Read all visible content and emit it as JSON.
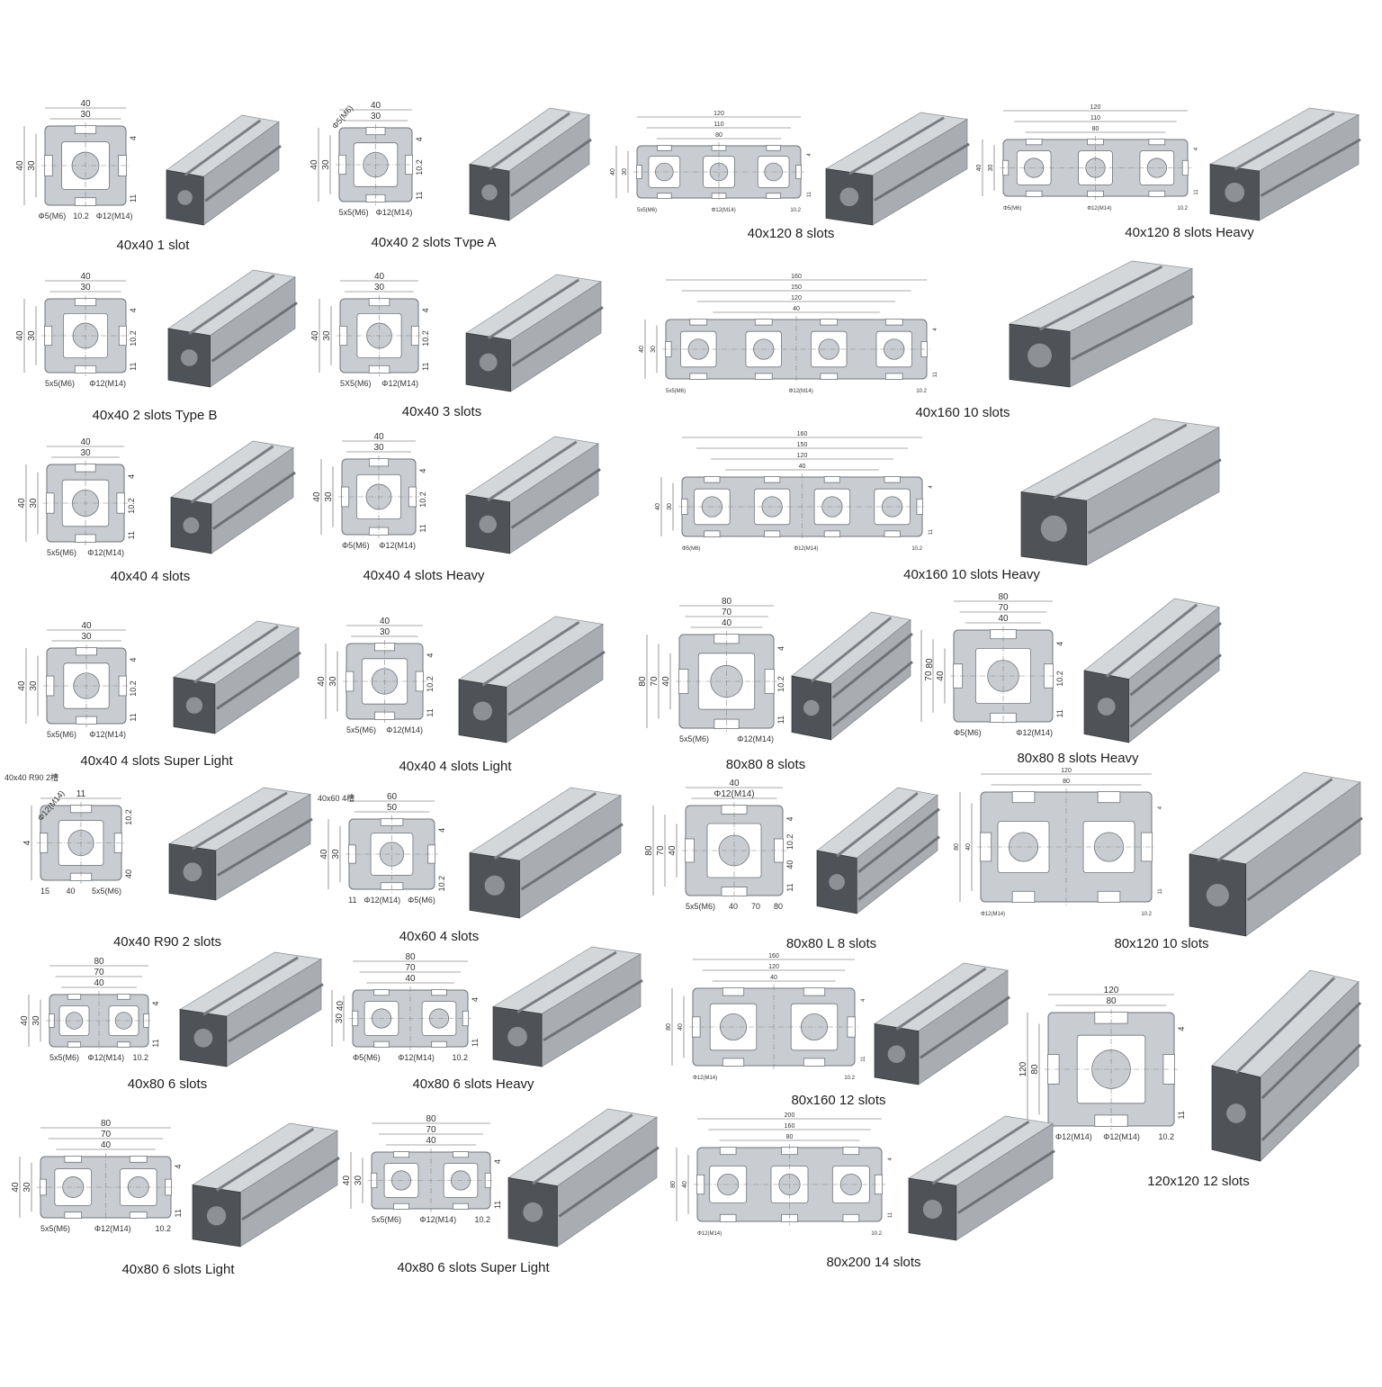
{
  "colors": {
    "profile_fill": "#c9cdd1",
    "profile_stroke": "#6f7479",
    "face_dark": "#4f5357",
    "top_light": "#d4d7da",
    "side_mid": "#a9adb1",
    "label_text": "#1e1e1e"
  },
  "items": [
    {
      "label": "40x40 1 slot",
      "dims": {
        "top": [
          "40",
          "30"
        ],
        "left": [
          "40",
          "30"
        ],
        "right": [
          "4",
          "11"
        ],
        "notes": [
          "Φ5(M6)",
          "10.2",
          "Φ12(M14)"
        ]
      }
    },
    {
      "label": "40x40 2 slots Tvpe A",
      "dims": {
        "top": [
          "40",
          "30"
        ],
        "left": [
          "40",
          "30"
        ],
        "right": [
          "4",
          "10.2",
          "11"
        ],
        "notes": [
          "5x5(M6)",
          "Φ12(M14)"
        ],
        "angled": "Φ5(M6)"
      }
    },
    {
      "label": "40x120 8 slots",
      "dims": {
        "top": [
          "120",
          "110",
          "80"
        ],
        "left": [
          "40",
          "30"
        ],
        "right": [
          "4",
          "11"
        ],
        "notes": [
          "5x5(M6)",
          "Φ12(M14)",
          "10.2"
        ]
      }
    },
    {
      "label": "40x120 8 slots Heavy",
      "dims": {
        "top": [
          "120",
          "110",
          "80"
        ],
        "left": [
          "40",
          "30"
        ],
        "right": [
          "4",
          "11"
        ],
        "notes": [
          "Φ5(M6)",
          "Φ12(M14)",
          "10.2"
        ]
      }
    },
    {
      "label": "40x40 2 slots Type B",
      "dims": {
        "top": [
          "40",
          "30"
        ],
        "left": [
          "40",
          "30"
        ],
        "right": [
          "4",
          "10.2",
          "11"
        ],
        "notes": [
          "5x5(M6)",
          "Φ12(M14)"
        ]
      }
    },
    {
      "label": "40x40 3 slots",
      "dims": {
        "top": [
          "40",
          "30"
        ],
        "left": [
          "40",
          "30"
        ],
        "right": [
          "4",
          "10.2",
          "11"
        ],
        "notes": [
          "5X5(M6)",
          "Φ12(M14)"
        ]
      }
    },
    {
      "label": "40x160 10 slots",
      "dims": {
        "top": [
          "160",
          "150",
          "120",
          "40"
        ],
        "left": [
          "40",
          "30"
        ],
        "right": [
          "4",
          "11"
        ],
        "notes": [
          "5x5(M6)",
          "Φ12(M14)",
          "10.2"
        ]
      }
    },
    {
      "label": "40x40 4 slots",
      "dims": {
        "top": [
          "40",
          "30"
        ],
        "left": [
          "40",
          "30"
        ],
        "right": [
          "4",
          "10.2",
          "11"
        ],
        "notes": [
          "5x5(M6)",
          "Φ12(M14)"
        ]
      }
    },
    {
      "label": "40x40 4 slots Heavy",
      "dims": {
        "top": [
          "40",
          "30"
        ],
        "left": [
          "40",
          "30"
        ],
        "right": [
          "4",
          "10.2",
          "11"
        ],
        "notes": [
          "Φ5(M6)",
          "Φ12(M14)"
        ]
      }
    },
    {
      "label": "40x160 10 slots Heavy",
      "dims": {
        "top": [
          "160",
          "150",
          "120",
          "40"
        ],
        "left": [
          "40",
          "30"
        ],
        "right": [
          "4",
          "11"
        ],
        "notes": [
          "Φ5(M6)",
          "Φ12(M14)",
          "10.2"
        ]
      }
    },
    {
      "label": "40x40 4 slots Super Light",
      "dims": {
        "top": [
          "40",
          "30"
        ],
        "left": [
          "40",
          "30"
        ],
        "right": [
          "4",
          "10.2",
          "11"
        ],
        "notes": [
          "5x5(M6)",
          "Φ12(M14)"
        ]
      }
    },
    {
      "label": "40x40 4 slots Light",
      "dims": {
        "top": [
          "40",
          "30"
        ],
        "left": [
          "40",
          "30"
        ],
        "right": [
          "4",
          "10.2",
          "11"
        ],
        "notes": [
          "5x5(M6)",
          "Φ12(M14)"
        ]
      }
    },
    {
      "label": "80x80 8 slots",
      "dims": {
        "top": [
          "80",
          "70",
          "40"
        ],
        "left": [
          "80",
          "70",
          "40"
        ],
        "right": [
          "4",
          "10.2",
          "11"
        ],
        "notes": [
          "5x5(M6)",
          "Φ12(M14)"
        ]
      }
    },
    {
      "label": "80x80 8 slots Heavy",
      "dims": {
        "top": [
          "80",
          "70",
          "40"
        ],
        "left": [
          "80",
          "70",
          "40"
        ],
        "right": [
          "4",
          "10.2",
          "11"
        ],
        "notes": [
          "Φ5(M6)",
          "Φ12(M14)"
        ]
      }
    },
    {
      "label": "40x40 R90 2 slots",
      "caption": "40x40 R90 2槽",
      "dims": {
        "top": [
          "11"
        ],
        "left": [
          "4"
        ],
        "right": [
          "10.2",
          "40"
        ],
        "notes": [
          "15",
          "40",
          "5x5(M6)"
        ],
        "angled": "Φ12(M14)"
      }
    },
    {
      "label": "40x60 4 slots",
      "caption": "40x60 4槽",
      "dims": {
        "top": [
          "60",
          "50"
        ],
        "left": [
          "40",
          "30"
        ],
        "right": [
          "4",
          "10.2"
        ],
        "notes": [
          "11",
          "Φ12(M14)",
          "Φ5(M6)"
        ]
      }
    },
    {
      "label": "80x80 L 8 slots",
      "dims": {
        "top": [
          "40",
          "Φ12(M14)"
        ],
        "left": [
          "80",
          "70",
          "40"
        ],
        "right": [
          "4",
          "10.2",
          "40",
          "11"
        ],
        "notes": [
          "5x5(M6)",
          "40",
          "70",
          "80"
        ]
      }
    },
    {
      "label": "80x120 10 slots",
      "dims": {
        "top": [
          "120",
          "80"
        ],
        "left": [
          "80",
          "40"
        ],
        "right": [
          "4",
          "11"
        ],
        "notes": [
          "Φ12(M14)",
          "10.2"
        ]
      }
    },
    {
      "label": "40x80 6 slots",
      "dims": {
        "top": [
          "80",
          "70",
          "40"
        ],
        "left": [
          "40",
          "30"
        ],
        "right": [
          "4",
          "11"
        ],
        "notes": [
          "5x5(M6)",
          "Φ12(M14)",
          "10.2"
        ]
      }
    },
    {
      "label": "40x80 6 slots Heavy",
      "dims": {
        "top": [
          "80",
          "70",
          "40"
        ],
        "left": [
          "40",
          "30"
        ],
        "right": [
          "4",
          "11"
        ],
        "notes": [
          "Φ5(M6)",
          "Φ12(M14)",
          "10.2"
        ]
      }
    },
    {
      "label": "80x160 12 slots",
      "dims": {
        "top": [
          "160",
          "120",
          "40"
        ],
        "left": [
          "80",
          "40"
        ],
        "right": [
          "4",
          "11"
        ],
        "notes": [
          "Φ12(M14)",
          "10.2"
        ]
      }
    },
    {
      "label": "120x120 12 slots",
      "dims": {
        "top": [
          "120",
          "80"
        ],
        "left": [
          "120",
          "80"
        ],
        "right": [
          "4",
          "11"
        ],
        "notes": [
          "Φ12(M14)",
          "Φ12(M14)",
          "10.2"
        ]
      }
    },
    {
      "label": "40x80 6 slots Light",
      "dims": {
        "top": [
          "80",
          "70",
          "40"
        ],
        "left": [
          "40",
          "30"
        ],
        "right": [
          "4",
          "11"
        ],
        "notes": [
          "5x5(M6)",
          "Φ12(M14)",
          "10.2"
        ]
      }
    },
    {
      "label": "40x80 6 slots Super Light",
      "dims": {
        "top": [
          "80",
          "70",
          "40"
        ],
        "left": [
          "40",
          "30"
        ],
        "right": [
          "4",
          "11"
        ],
        "notes": [
          "5x5(M6)",
          "Φ12(M14)",
          "10.2"
        ]
      }
    },
    {
      "label": "80x200 14 slots",
      "dims": {
        "top": [
          "200",
          "160",
          "80"
        ],
        "left": [
          "80",
          "40"
        ],
        "right": [
          "4",
          "11"
        ],
        "notes": [
          "Φ12(M14)",
          "10.2"
        ]
      }
    }
  ]
}
